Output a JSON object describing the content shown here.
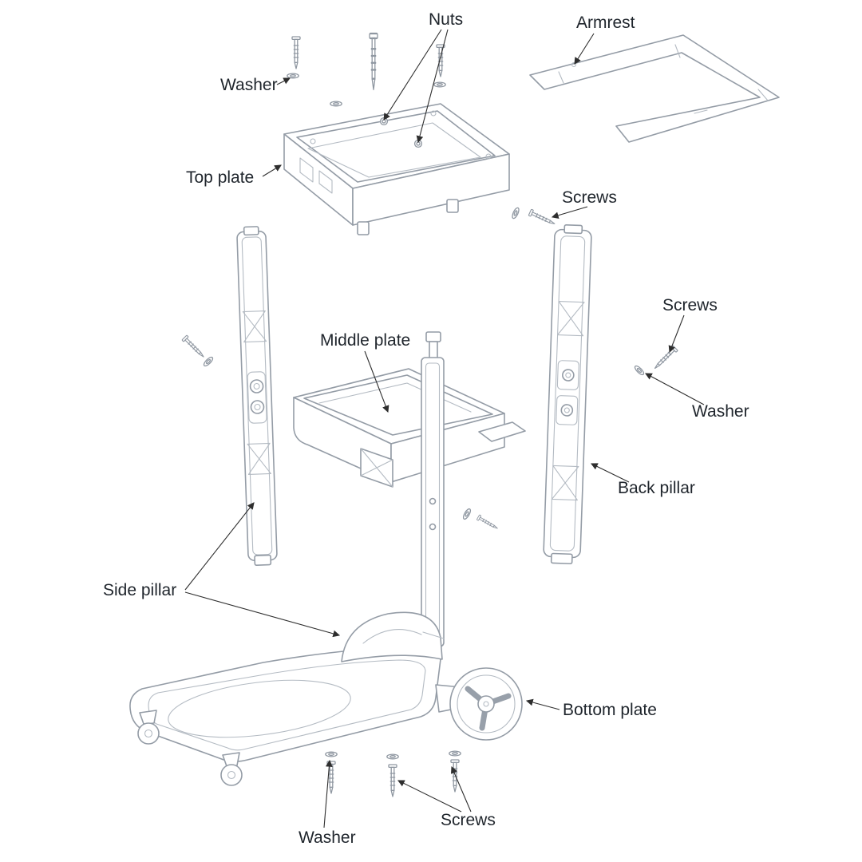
{
  "diagram": {
    "type": "exploded-assembly-diagram",
    "background": "#ffffff"
  },
  "labels": {
    "nuts": "Nuts",
    "armrest": "Armrest",
    "washer_top": "Washer",
    "top_plate": "Top plate",
    "screws_top": "Screws",
    "screws_right": "Screws",
    "middle_plate": "Middle plate",
    "washer_right": "Washer",
    "back_pillar": "Back pillar",
    "side_pillar": "Side pillar",
    "bottom_plate": "Bottom plate",
    "washer_bottom": "Washer",
    "screws_bottom": "Screws"
  },
  "colors": {
    "line_art": "#949ca6",
    "line_art_detail": "#b4bbc3",
    "leader_line": "#2e2e2e",
    "label_text": "#1f252c",
    "background": "#ffffff"
  }
}
